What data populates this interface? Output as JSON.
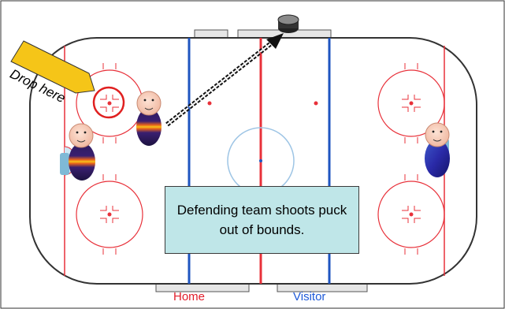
{
  "scene": {
    "caption": "Defending team shoots puck out of bounds.",
    "drop_label": "Drop here",
    "home_label": "Home",
    "visitor_label": "Visitor"
  },
  "colors": {
    "rink_red": "#e8313a",
    "rink_blue": "#1f55c0",
    "caption_bg": "#bfe6e8",
    "arrow_bg": "#f5c518",
    "drop_target": "#e02020",
    "home_text": "#e11d2a",
    "visitor_text": "#1e5ad8"
  },
  "players": [
    {
      "name": "home-player-center",
      "jersey": "striped-purple-orange"
    },
    {
      "name": "home-player-goalie",
      "jersey": "striped-purple-orange"
    },
    {
      "name": "visitor-player-goalie",
      "jersey": "blue"
    }
  ]
}
